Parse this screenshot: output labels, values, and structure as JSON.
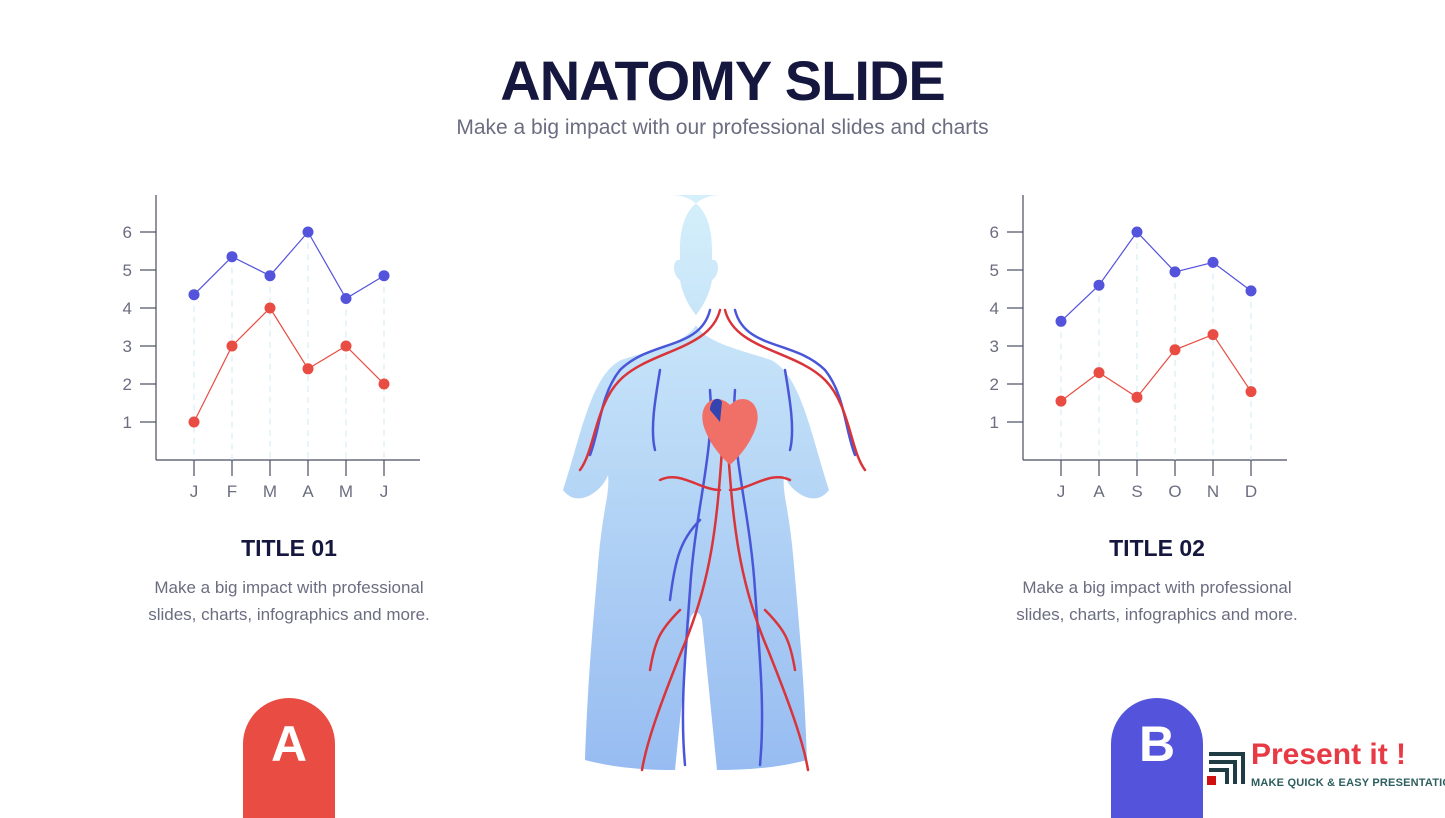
{
  "header": {
    "title": "ANATOMY SLIDE",
    "subtitle": "Make a big impact with our professional slides and charts"
  },
  "sections": [
    {
      "title": "TITLE 01",
      "text": "Make a big impact with professional slides, charts, infographics and more.",
      "badge": "A",
      "color": "#e84c42"
    },
    {
      "title": "TITLE 02",
      "text": "Make a big impact with professional slides, charts, infographics and more.",
      "badge": "B",
      "color": "#5353dc"
    }
  ],
  "logo": {
    "name": "Present it !",
    "tagline": "MAKE QUICK & EASY PRESENTATIONS"
  },
  "chart_data": [
    {
      "type": "line",
      "categories": [
        "J",
        "F",
        "M",
        "A",
        "M",
        "J"
      ],
      "yticks": [
        1,
        2,
        3,
        4,
        5,
        6
      ],
      "ylim": [
        0,
        7
      ],
      "series": [
        {
          "name": "blue",
          "color": "#5353dc",
          "values": [
            4.35,
            5.35,
            4.85,
            6,
            4.25,
            4.85
          ]
        },
        {
          "name": "red",
          "color": "#e84c42",
          "values": [
            1,
            3,
            4,
            2.4,
            3,
            2
          ]
        }
      ]
    },
    {
      "type": "line",
      "categories": [
        "J",
        "A",
        "S",
        "O",
        "N",
        "D"
      ],
      "yticks": [
        1,
        2,
        3,
        4,
        5,
        6
      ],
      "ylim": [
        0,
        7
      ],
      "series": [
        {
          "name": "blue",
          "color": "#5353dc",
          "values": [
            3.65,
            4.6,
            6,
            4.95,
            5.2,
            4.45
          ]
        },
        {
          "name": "red",
          "color": "#e84c42",
          "values": [
            1.55,
            2.3,
            1.65,
            2.9,
            3.3,
            1.8
          ]
        }
      ]
    }
  ]
}
